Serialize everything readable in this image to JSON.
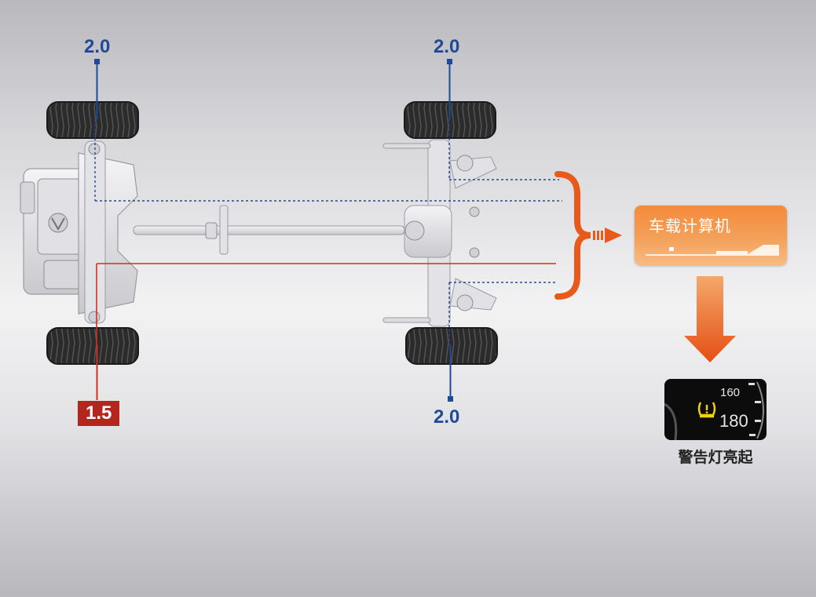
{
  "labels": {
    "front_left": "2.0",
    "rear_left": "2.0",
    "front_right": "1.5",
    "rear_right": "2.0"
  },
  "ecu": {
    "title": "车载计算机"
  },
  "dashboard": {
    "speed_upper": "160",
    "speed_lower": "180",
    "warning_icon": "tire-pressure-warning-icon"
  },
  "warning_caption": "警告灯亮起",
  "colors": {
    "normal_line": "#1f4a99",
    "low_line": "#c8322a",
    "arrow": "#e85a1c",
    "warning_light": "#f4d400"
  }
}
